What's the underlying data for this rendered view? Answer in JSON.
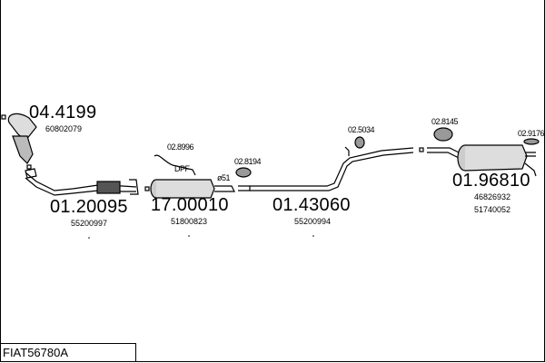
{
  "diagram_code": "FIAT56780A",
  "parts": [
    {
      "ref": "04.4199",
      "oem": [
        "60802079"
      ]
    },
    {
      "ref": "01.20095",
      "oem": [
        "55200997"
      ]
    },
    {
      "ref": "17.00010",
      "oem": [
        "51800823"
      ],
      "label": "DPF",
      "diameter": "ø51"
    },
    {
      "ref": "01.43060",
      "oem": [
        "55200994"
      ]
    },
    {
      "ref": "01.96810",
      "oem": [
        "46826932",
        "51740052"
      ]
    }
  ],
  "accessories": [
    "02.8996",
    "02.8194",
    "02.5034",
    "02.8145",
    "02.9176"
  ]
}
